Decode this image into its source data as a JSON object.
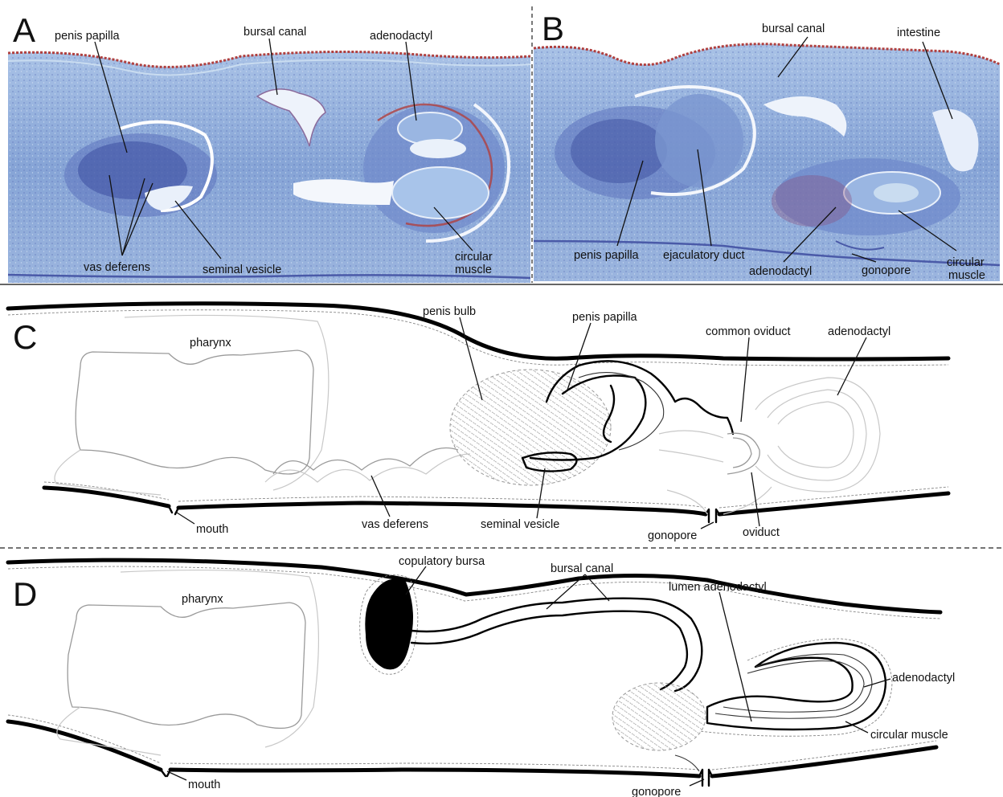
{
  "panels": {
    "A": {
      "letter": "A",
      "labels": {
        "penis_papilla": "penis papilla",
        "bursal_canal": "bursal canal",
        "adenodactyl": "adenodactyl",
        "vas_deferens": "vas deferens",
        "seminal_vesicle": "seminal vesicle",
        "circular_muscle_1": "circular",
        "circular_muscle_2": "muscle"
      }
    },
    "B": {
      "letter": "B",
      "labels": {
        "bursal_canal": "bursal canal",
        "intestine": "intestine",
        "penis_papilla": "penis papilla",
        "ejaculatory_duct": "ejaculatory duct",
        "adenodactyl": "adenodactyl",
        "gonopore": "gonopore",
        "circular_muscle_1": "circular",
        "circular_muscle_2": "muscle"
      }
    },
    "C": {
      "letter": "C",
      "labels": {
        "pharynx": "pharynx",
        "penis_bulb": "penis bulb",
        "penis_papilla": "penis papilla",
        "common_oviduct": "common oviduct",
        "adenodactyl": "adenodactyl",
        "mouth": "mouth",
        "vas_deferens": "vas deferens",
        "seminal_vesicle": "seminal vesicle",
        "gonopore": "gonopore",
        "oviduct": "oviduct"
      }
    },
    "D": {
      "letter": "D",
      "labels": {
        "pharynx": "pharynx",
        "copulatory_bursa": "copulatory bursa",
        "bursal_canal": "bursal canal",
        "lumen_adenodactyl": "lumen adenodactyl",
        "adenodactyl": "adenodactyl",
        "circular_muscle": "circular muscle",
        "mouth": "mouth",
        "gonopore": "gonopore"
      }
    }
  },
  "colors": {
    "tissue_blue": "#7d9fd2",
    "tissue_dark": "#3d4fa0",
    "tissue_light": "#c9dcf0",
    "stain_red": "#b0403f",
    "drawing_line": "#000000",
    "organ_outline": "#9a9a9a"
  }
}
